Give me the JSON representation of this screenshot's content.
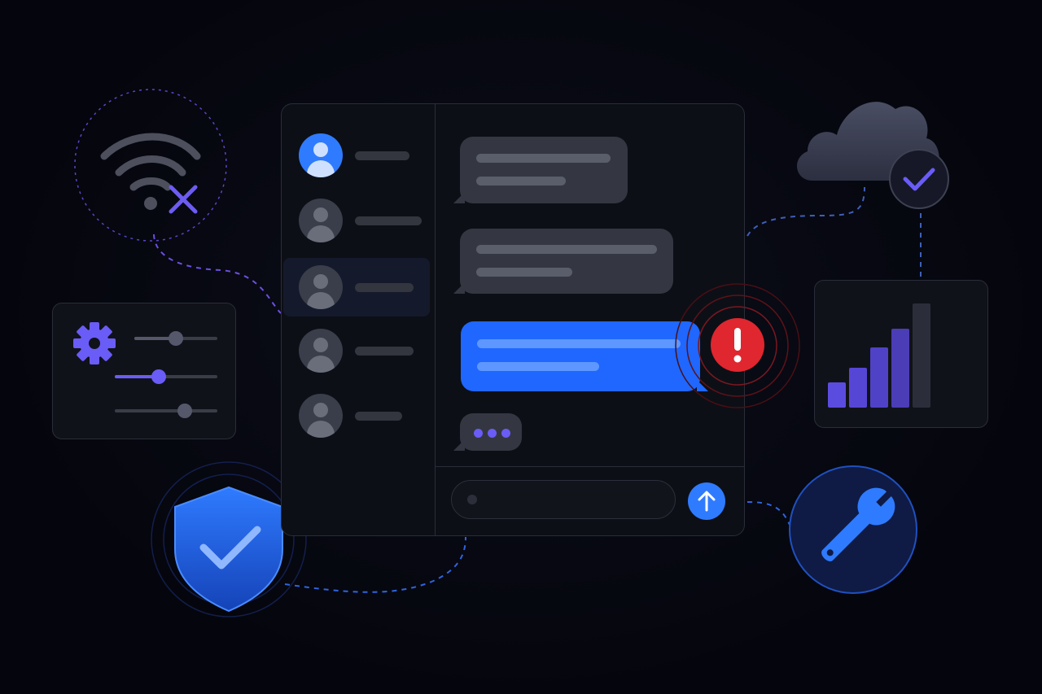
{
  "contacts": [
    {
      "status": "active"
    },
    {
      "status": "idle"
    },
    {
      "status": "selected"
    },
    {
      "status": "idle"
    },
    {
      "status": "idle"
    }
  ],
  "messages": [
    {
      "direction": "received"
    },
    {
      "direction": "received"
    },
    {
      "direction": "sent",
      "state": "error"
    },
    {
      "direction": "typing"
    }
  ],
  "signal_bars": {
    "levels": [
      0.24,
      0.38,
      0.58,
      0.76,
      1.0
    ]
  },
  "sliders": {
    "levels": [
      0.5,
      0.43,
      0.68
    ]
  },
  "icons": [
    "wifi-off-icon",
    "gear-icon",
    "shield-check-icon",
    "cloud-check-icon",
    "wrench-icon",
    "error-icon",
    "send-arrow-icon"
  ],
  "colors": {
    "accent_blue": "#2f7bff",
    "accent_purple": "#6a5cf6",
    "error_red": "#e0262e",
    "background": "#05060d"
  }
}
